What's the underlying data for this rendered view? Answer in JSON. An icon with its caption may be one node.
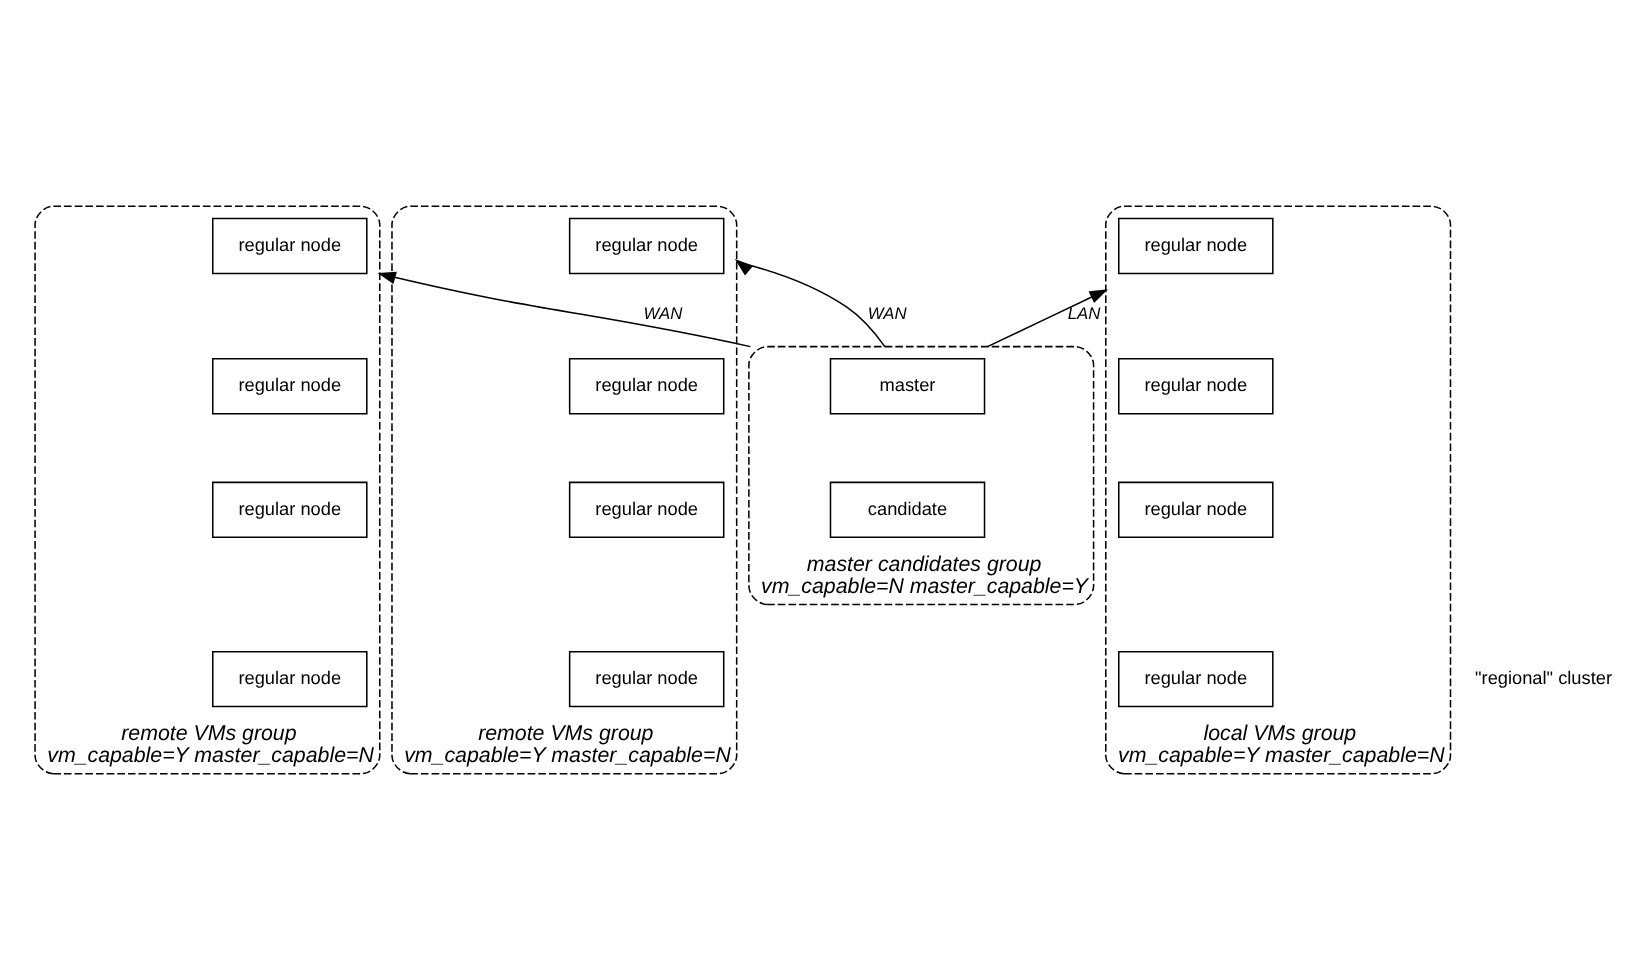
{
  "diagram": {
    "nodes": [
      {
        "text": [
          "remote VMs group",
          "vm_capable=Y master_capable=N"
        ]
      },
      {
        "text": [
          "regular node"
        ],
        "in": 0
      },
      {
        "text": [
          "regular node"
        ],
        "in": 0
      },
      {
        "text": [
          "regular node"
        ],
        "in": 0
      },
      {
        "text": [
          "regular node"
        ],
        "in": 0
      },
      {
        "text": [
          "remote VMs group",
          "vm_capable=Y master_capable=N"
        ]
      },
      {
        "text": [
          "regular node"
        ],
        "in": 5
      },
      {
        "text": [
          "regular node"
        ],
        "in": 5
      },
      {
        "text": [
          "regular node"
        ],
        "in": 5
      },
      {
        "text": [
          "regular node"
        ],
        "in": 5
      },
      {
        "text": [
          "local VMs group",
          "vm_capable=Y master_capable=N"
        ]
      },
      {
        "text": [
          "regular node"
        ],
        "in": 10
      },
      {
        "text": [
          "regular node"
        ],
        "in": 10
      },
      {
        "text": [
          "regular node"
        ],
        "in": 10
      },
      {
        "text": [
          "regular node"
        ],
        "in": 10
      },
      {
        "text": [
          "master candidates group",
          "vm_capable=N master_capable=Y"
        ]
      },
      {
        "text": [
          "master"
        ],
        "in": 15
      },
      {
        "text": [
          "candidate"
        ],
        "in": 15
      }
    ],
    "edges": [
      {
        "from": 15,
        "to": 0,
        "arrow": "to",
        "label": "WAN"
      },
      {
        "from": 15,
        "to": 5,
        "arrow": "to",
        "label": "WAN"
      },
      {
        "from": 15,
        "to": 10,
        "arrow": "to",
        "label": "LAN"
      }
    ],
    "labels": [
      "\"regional\" cluster"
    ]
  }
}
